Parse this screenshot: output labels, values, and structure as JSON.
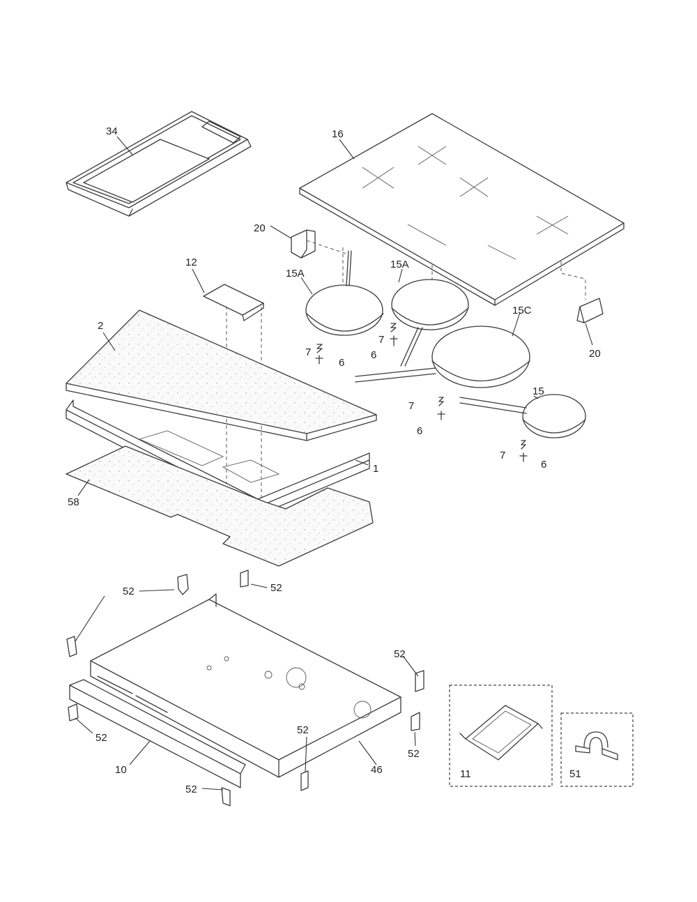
{
  "labels": {
    "p34": "34",
    "p16": "16",
    "p20a": "20",
    "p20b": "20",
    "p12": "12",
    "p15a1": "15A",
    "p15a2": "15A",
    "p15c": "15C",
    "p15": "15",
    "p2": "2",
    "p1": "1",
    "p58": "58",
    "p7a": "7",
    "p7b": "7",
    "p7c": "7",
    "p7d": "7",
    "p6a": "6",
    "p6b": "6",
    "p6c": "6",
    "p6d": "6",
    "p52a": "52",
    "p52b": "52",
    "p52c": "52",
    "p52d": "52",
    "p52e": "52",
    "p52f": "52",
    "p52g": "52",
    "p10": "10",
    "p46": "46",
    "p11": "11",
    "p51": "51"
  }
}
